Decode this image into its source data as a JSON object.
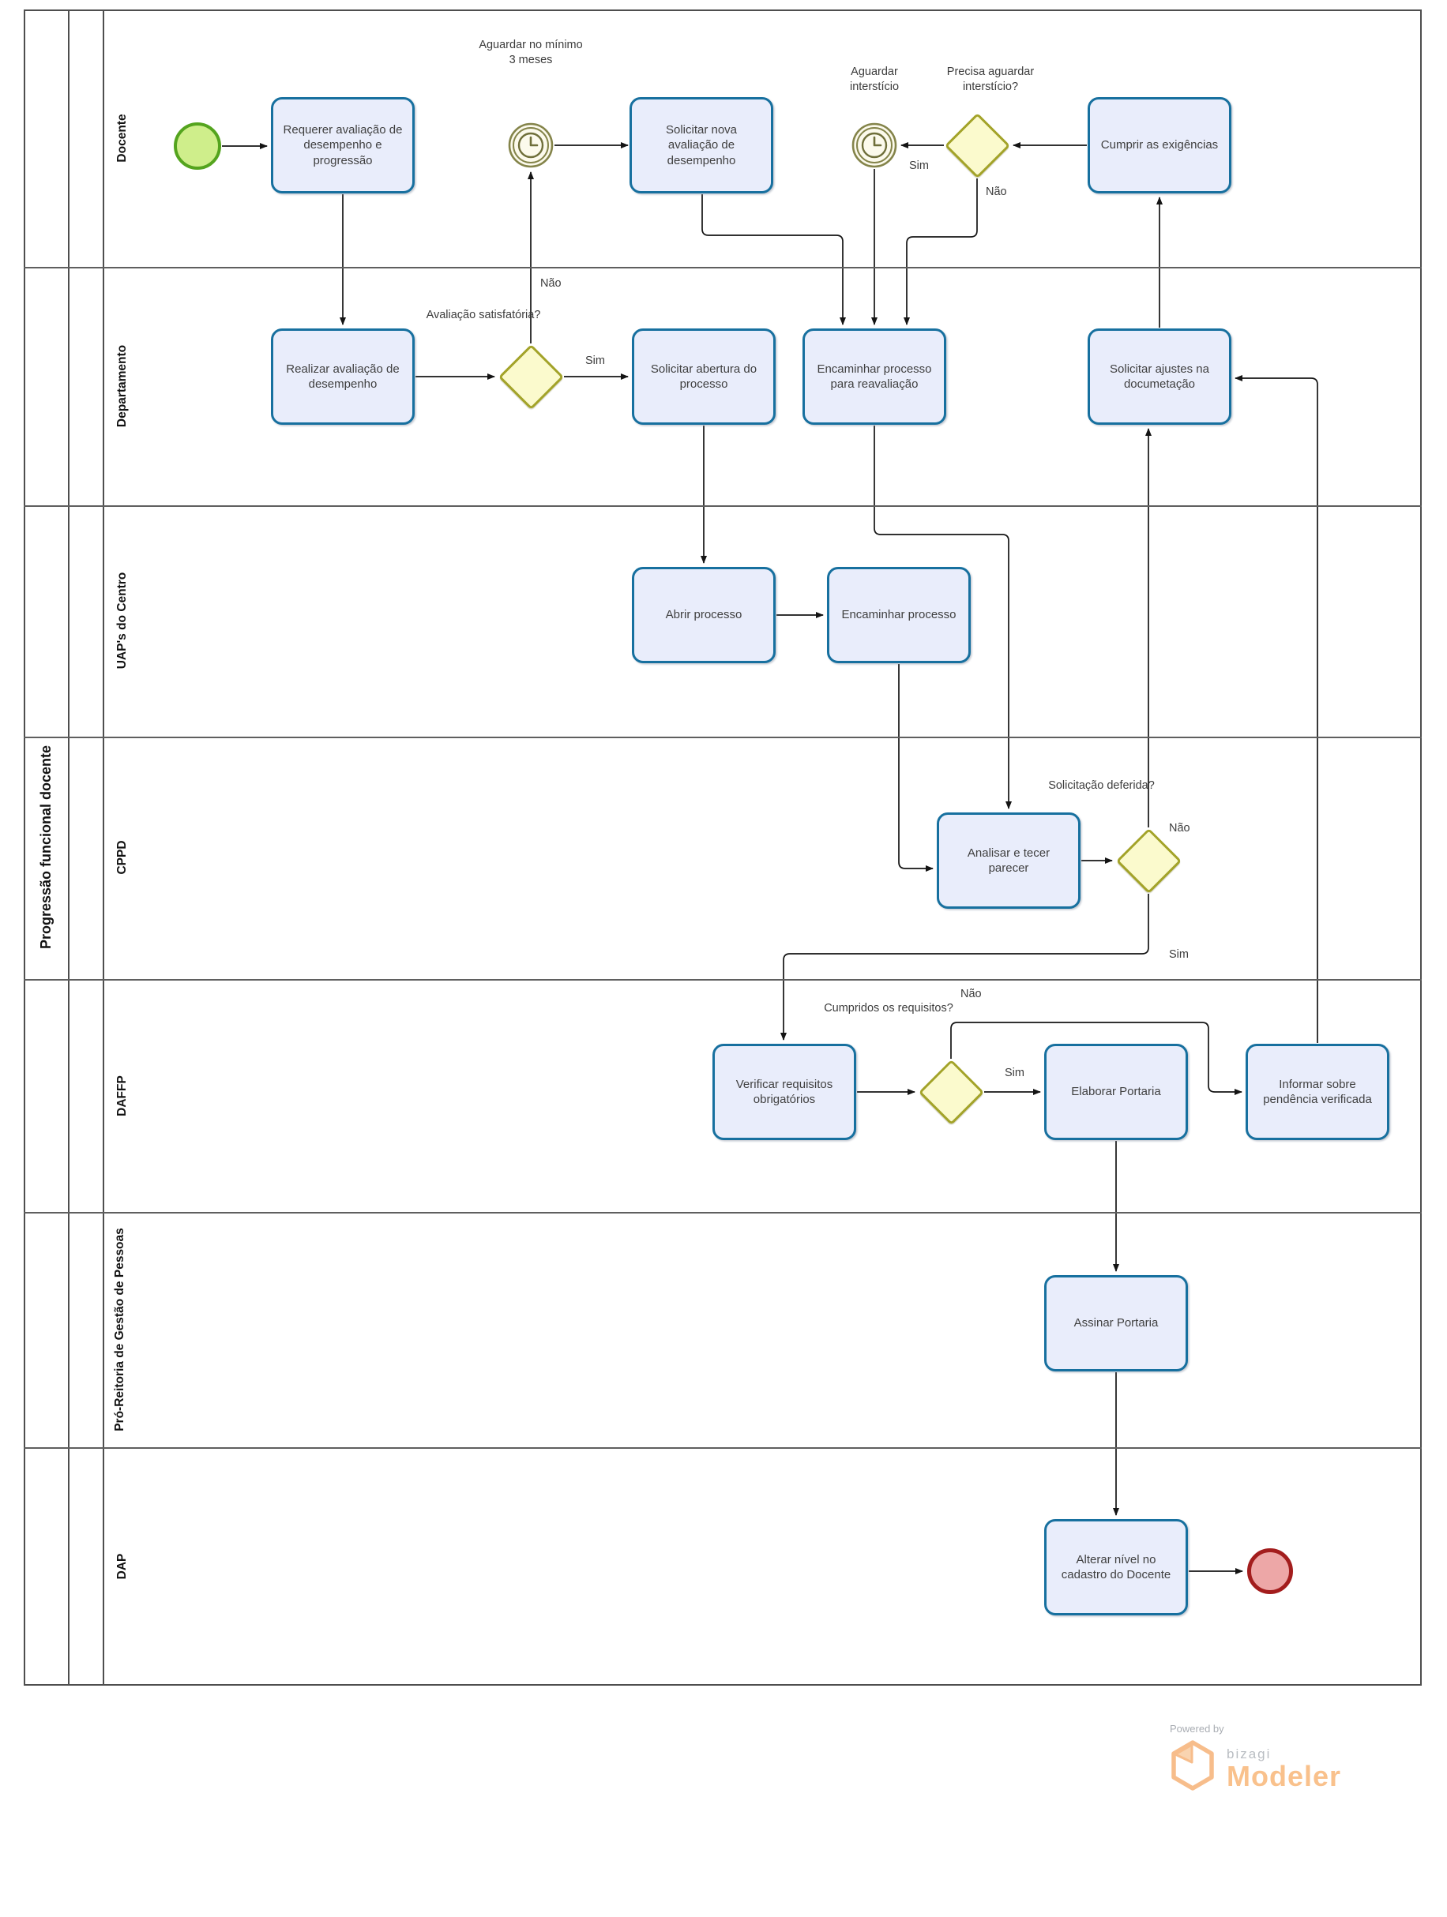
{
  "pool": {
    "title": "Progressão funcional docente",
    "lanes": [
      {
        "label": "Docente"
      },
      {
        "label": "Departamento"
      },
      {
        "label": "UAP's do Centro"
      },
      {
        "label": "CPPD"
      },
      {
        "label": "DAFFP"
      },
      {
        "label": "Pró-Reitoria de Gestão de Pessoas"
      },
      {
        "label": "DAP"
      }
    ]
  },
  "nodes": {
    "requerer": {
      "label": "Requerer avaliação de desempenho e progressão"
    },
    "realizar": {
      "label": "Realizar avaliação de desempenho"
    },
    "solicitar_nova": {
      "label": "Solicitar nova avaliação de desempenho"
    },
    "cumprir": {
      "label": "Cumprir as exigências"
    },
    "solicitar_abertura": {
      "label": "Solicitar abertura do processo"
    },
    "encaminhar_reavaliacao": {
      "label": "Encaminhar processo para reavaliação"
    },
    "solicitar_ajustes": {
      "label": "Solicitar ajustes na documetação"
    },
    "abrir_processo": {
      "label": "Abrir processo"
    },
    "encaminhar_processo": {
      "label": "Encaminhar processo"
    },
    "analisar": {
      "label": "Analisar e tecer parecer"
    },
    "verificar": {
      "label": "Verificar requisitos obrigatórios"
    },
    "elaborar": {
      "label": "Elaborar Portaria"
    },
    "informar": {
      "label": "Informar sobre pendência verificada"
    },
    "assinar": {
      "label": "Assinar Portaria"
    },
    "alterar": {
      "label": "Alterar nível no cadastro do Docente"
    }
  },
  "events": {
    "timer_minimo": {
      "label": "Aguardar no mínimo 3 meses"
    },
    "timer_intersticio": {
      "label": "Aguardar interstício"
    }
  },
  "gateways": {
    "avaliacao": {
      "question": "Avaliação satisfatória?",
      "yes": "Sim",
      "no": "Não"
    },
    "precisa_aguardar": {
      "question": "Precisa aguardar interstício?",
      "yes": "Sim",
      "no": "Não"
    },
    "solicitacao_deferida": {
      "question": "Solicitação deferida?",
      "yes": "Sim",
      "no": "Não"
    },
    "cumpridos_requisitos": {
      "question": "Cumpridos os requisitos?",
      "yes": "Sim",
      "no": "Não"
    }
  },
  "branding": {
    "powered_by": "Powered by",
    "brand": "bizagi",
    "product": "Modeler"
  },
  "colors": {
    "task_fill": "#e9edfb",
    "task_border": "#17709f",
    "gateway_fill": "#fbfacd",
    "gateway_border": "#a3a329",
    "timer_ring": "#84844a",
    "start_fill": "#cfee8b",
    "start_border": "#54a41e",
    "end_fill": "#eda7a7",
    "end_border": "#a31d1d",
    "brand_orange": "#f9c18c"
  }
}
